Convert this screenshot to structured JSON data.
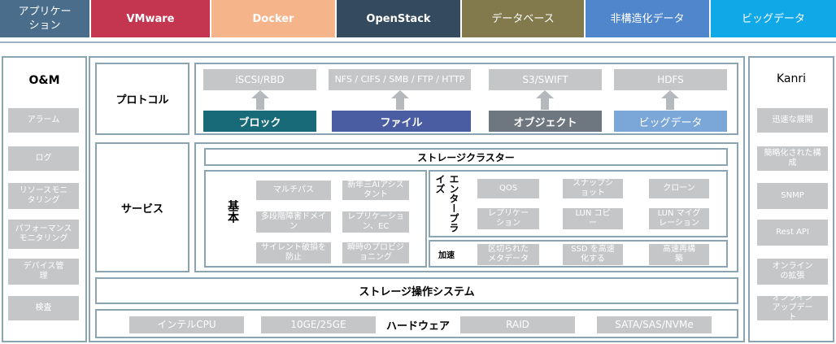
{
  "categories": [
    {
      "label": "アプリケー\nション",
      "color": "#4a6d8c"
    },
    {
      "label": "VMware",
      "color": "#c4354f"
    },
    {
      "label": "Docker",
      "color": "#f6b48a"
    },
    {
      "label": "OpenStack",
      "color": "#344a5e"
    },
    {
      "label": "データベース",
      "color": "#827a4d"
    },
    {
      "label": "非構造化データ",
      "color": "#4f86cc"
    },
    {
      "label": "ビッグデータ",
      "color": "#11a8e8"
    }
  ],
  "om": {
    "title": "O&M",
    "items": [
      "アラーム",
      "ログ",
      "リソースモニタリング",
      "パフォーマンスモニタリング",
      "デバイス管理",
      "検査"
    ]
  },
  "kanri": {
    "title": "Kanri",
    "items": [
      "迅速な展開",
      "簡略化された構成",
      "SNMP",
      "Rest API",
      "オンラインの拡張",
      "オンラインアップデート"
    ]
  },
  "protocol": {
    "label": "プロトコル",
    "protocols": [
      "iSCSI/RBD",
      "NFS / CIFS / SMB / FTP / HTTP",
      "S3/SWIFT",
      "HDFS"
    ],
    "types": [
      {
        "label": "ブロック",
        "color": "#196a78"
      },
      {
        "label": "ファイル",
        "color": "#4a5da3"
      },
      {
        "label": "オブジェクト",
        "color": "#6e7680"
      },
      {
        "label": "ビッグデータ",
        "color": "#7ba7d8"
      }
    ]
  },
  "service": {
    "label": "サービス",
    "cluster": "ストレージクラスター",
    "basic_label": "基本",
    "basic_items": [
      "マルチパス",
      "新年三AIアシスタント",
      "多段階障害ドメイン",
      "レプリケーション、EC",
      "サイレント破損を防止",
      "瞬時のプロビジョニング"
    ],
    "enterprise_label": "エンタープライズ",
    "enterprise_items": [
      "QOS",
      "スナップショット",
      "クローン",
      "レプリケーション",
      "LUN コピー",
      "LUN マイグレーション"
    ],
    "accel_label": "加速",
    "accel_items": [
      "区切られたメタデータ",
      "SSD を高速化する",
      "高速再構築"
    ]
  },
  "os": {
    "label": "ストレージ操作システム"
  },
  "hardware": {
    "label": "ハードウェア",
    "items": [
      "インテルCPU",
      "10GE/25GE",
      "RAID",
      "SATA/SAS/NVMe"
    ]
  }
}
